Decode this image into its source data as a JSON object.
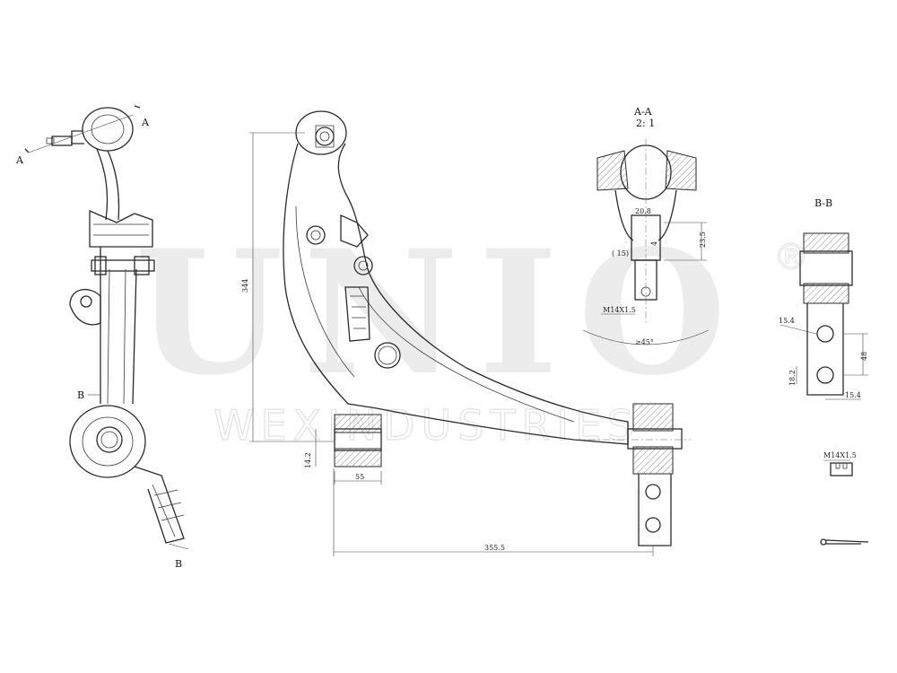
{
  "watermark": {
    "brand": "UNIO",
    "registered": "®",
    "company": "WEXINDUSTRIES"
  },
  "section_labels": {
    "a_left": "A",
    "a_right": "A",
    "b_top": "B",
    "b_bottom": "B"
  },
  "section_aa": {
    "title": "A-A",
    "scale": "2: 1",
    "dim_diameter": "20.8",
    "dim_height": "23.5",
    "dim_small": "4",
    "dim_ref": "( 15)",
    "thread": "M14X1.5",
    "angle": "≥45°"
  },
  "section_bb": {
    "title": "B-B",
    "dim_hole": "15.4",
    "dim_spacing": "48",
    "dim_offset": "18.2",
    "dim_width": "15.4"
  },
  "main_view": {
    "dim_height": "344",
    "dim_bushing_dia": "14.2",
    "dim_bushing_width": "55",
    "dim_length": "355.5"
  },
  "detail": {
    "nut_thread": "M14X1.5"
  }
}
